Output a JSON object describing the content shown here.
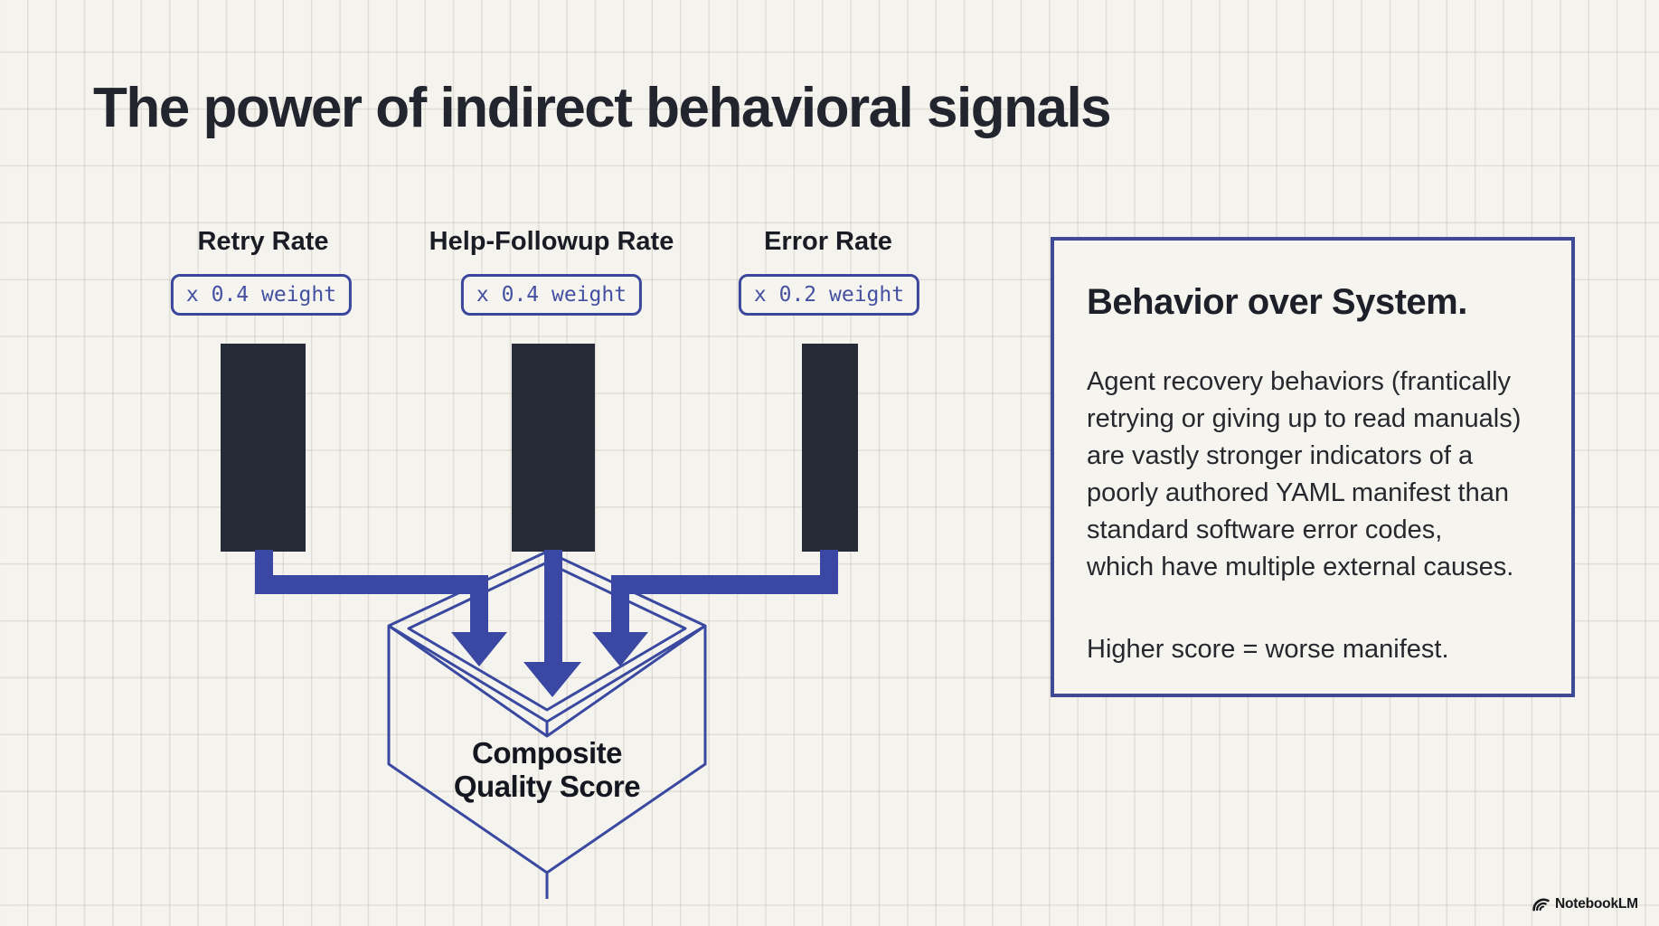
{
  "slide": {
    "title": "The power of indirect behavioral signals"
  },
  "signals": [
    {
      "label": "Retry Rate",
      "weight": "x 0.4 weight"
    },
    {
      "label": "Help-Followup Rate",
      "weight": "x 0.4 weight"
    },
    {
      "label": "Error Rate",
      "weight": "x 0.2 weight"
    }
  ],
  "composite": {
    "line1": "Composite",
    "line2": "Quality Score"
  },
  "panel": {
    "heading": "Behavior over System.",
    "body_lines": [
      "Agent recovery behaviors (frantically",
      "retrying or giving up to read manuals)",
      "are vastly stronger indicators of a",
      "poorly authored YAML manifest than",
      "standard software error codes,",
      "which have multiple external causes."
    ],
    "note": "Higher score = worse manifest."
  },
  "branding": {
    "logo_icon": "notebooklm-icon",
    "logo_text": "NotebookLM"
  },
  "colors": {
    "paper": "#f5f3ee",
    "grid_line": "#dbd7cc",
    "ink": "#23252e",
    "bar": "#262b38",
    "accent_blue": "#3a48a4",
    "panel_border": "#3e4a96",
    "badge_text": "#4450a2"
  }
}
